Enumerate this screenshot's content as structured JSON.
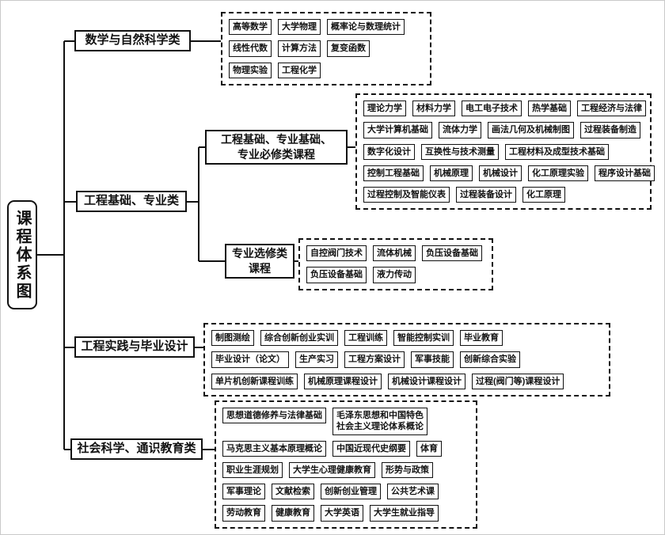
{
  "diagram": {
    "root_label": "课程体系图",
    "ink_color": "#111111",
    "background_color": "#ffffff",
    "branches": [
      {
        "label": "数学与自然科学类",
        "courses_rows": [
          [
            "高等数学",
            "大学物理",
            "概率论与数理统计"
          ],
          [
            "线性代数",
            "计算方法",
            "复变函数"
          ],
          [
            "物理实验",
            "工程化学"
          ]
        ]
      },
      {
        "label": "工程基础、专业类",
        "children": [
          {
            "label": "工程基础、专业基础、\n专业必修类课程",
            "courses_rows": [
              [
                "理论力学",
                "材料力学",
                "电工电子技术",
                "热学基础",
                "工程经济与法律"
              ],
              [
                "大学计算机基础",
                "流体力学",
                "画法几何及机械制图",
                "过程装备制造"
              ],
              [
                "数字化设计",
                "互换性与技术测量",
                "工程材料及成型技术基础"
              ],
              [
                "控制工程基础",
                "机械原理",
                "机械设计",
                "化工原理实验",
                "程序设计基础"
              ],
              [
                "过程控制及智能仪表",
                "过程装备设计",
                "化工原理"
              ]
            ]
          },
          {
            "label": "专业选修类\n课程",
            "courses_rows": [
              [
                "自控阀门技术",
                "流体机械",
                "负压设备基础"
              ],
              [
                "负压设备基础",
                "液力传动"
              ]
            ]
          }
        ]
      },
      {
        "label": "工程实践与毕业设计",
        "courses_rows": [
          [
            "制图测绘",
            "综合创新创业实训",
            "工程训练",
            "智能控制实训",
            "毕业教育"
          ],
          [
            "毕业设计（论文）",
            "生产实习",
            "工程方案设计",
            "军事技能",
            "创新综合实验"
          ],
          [
            "单片机创新课程训练",
            "机械原理课程设计",
            "机械设计课程设计",
            "过程(阀门等)课程设计"
          ]
        ]
      },
      {
        "label": "社会科学、通识教育类",
        "courses_rows": [
          [
            "思想道德修养与法律基础",
            "毛泽东思想和中国特色\n社会主义理论体系概论"
          ],
          [
            "马克思主义基本原理概论",
            "中国近现代史纲要",
            "体育"
          ],
          [
            "职业生涯规划",
            "大学生心理健康教育",
            "形势与政策"
          ],
          [
            "军事理论",
            "文献检索",
            "创新创业管理",
            "公共艺术课"
          ],
          [
            "劳动教育",
            "健康教育",
            "大学英语",
            "大学生就业指导"
          ]
        ]
      }
    ]
  }
}
